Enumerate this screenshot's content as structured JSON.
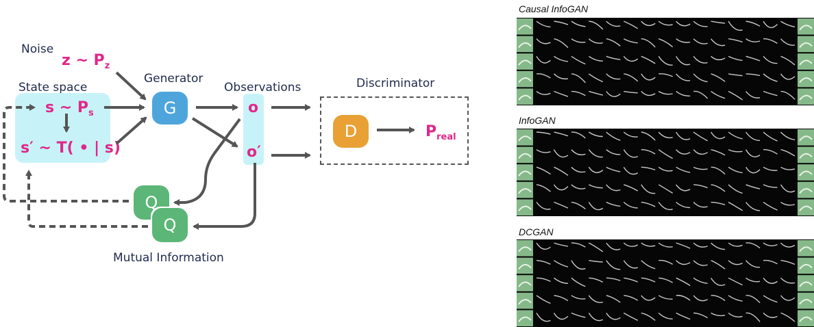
{
  "diagram": {
    "noise_label": "Noise",
    "z_base": "z ~ P",
    "z_sub": "z",
    "state_space_label": "State space",
    "s_base": "s ~ P",
    "s_sub": "s",
    "s_next": "s′ ~ T( • | s)",
    "generator_label": "Generator",
    "generator_node": "G",
    "observations_label": "Observations",
    "obs_o": "o",
    "obs_o_prime": "o′",
    "discriminator_label": "Discriminator",
    "discriminator_node": "D",
    "p_base": "P",
    "p_sub": "real",
    "q_node_1": "Q",
    "q_node_2": "Q",
    "mutual_info_label": "Mutual Information"
  },
  "panels": [
    {
      "title": "Causal InfoGAN",
      "rows": 5
    },
    {
      "title": "InfoGAN",
      "rows": 5
    },
    {
      "title": "DCGAN",
      "rows": 5
    }
  ],
  "colors": {
    "text_dark": "#1f2a4d",
    "math_pink": "#e0288a",
    "panel_cyan": "#c7f3f8",
    "generator_blue": "#4ea5dc",
    "discriminator_orange": "#e9a135",
    "q_green": "#5cb677",
    "arrow_gray": "#555555"
  }
}
